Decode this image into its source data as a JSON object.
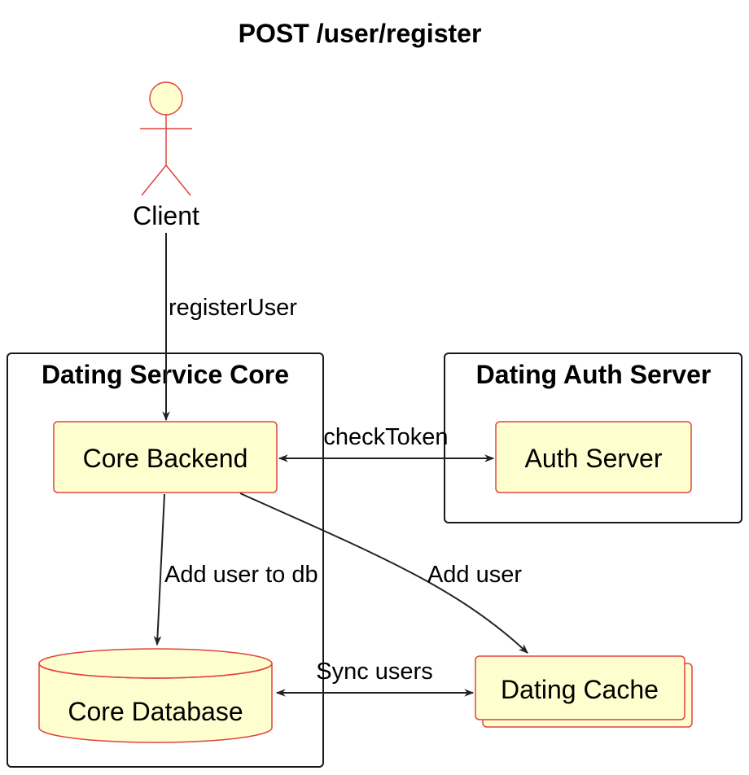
{
  "title": "POST /user/register",
  "actor": {
    "label": "Client"
  },
  "groups": {
    "core": {
      "label": "Dating Service Core"
    },
    "auth": {
      "label": "Dating Auth Server"
    }
  },
  "nodes": {
    "core_backend": {
      "label": "Core Backend"
    },
    "auth_server": {
      "label": "Auth Server"
    },
    "core_database": {
      "label": "Core Database"
    },
    "dating_cache": {
      "label": "Dating Cache"
    }
  },
  "edges": {
    "register_user": {
      "label": "registerUser"
    },
    "check_token": {
      "label": "checkToken"
    },
    "add_user_to_db": {
      "label": "Add user to db"
    },
    "add_user": {
      "label": "Add user"
    },
    "sync_users": {
      "label": "Sync users"
    }
  },
  "colors": {
    "node_fill": "#FEFECE",
    "node_stroke": "#E0443E",
    "group_stroke": "#181818",
    "edge": "#222222"
  }
}
